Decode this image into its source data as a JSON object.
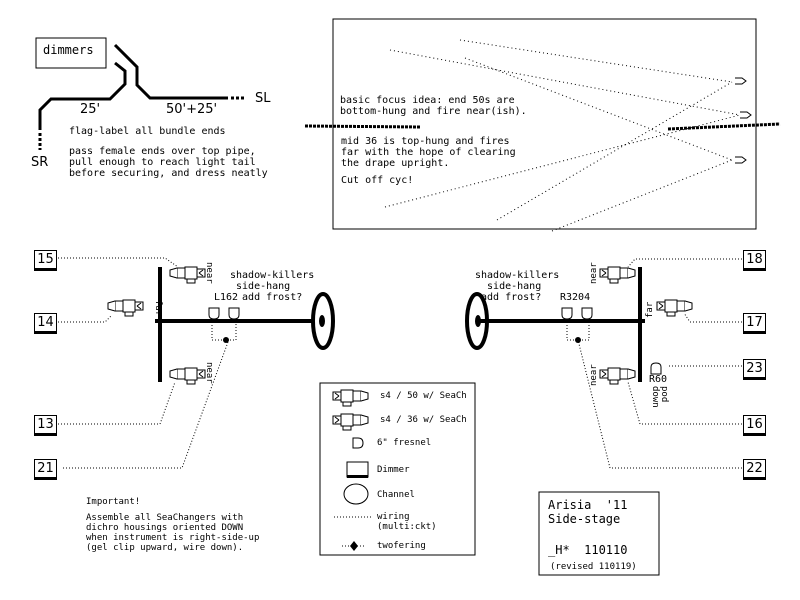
{
  "title_block": {
    "line1": "Arisia  '11",
    "line2": "Side-stage",
    "line3": "_H*  110110",
    "line4": "(revised 110119)"
  },
  "cable_diagram": {
    "dimmers_label": "dimmers",
    "sl_label": "SL",
    "sr_label": "SR",
    "length_left": "25'",
    "length_right": "50'+25'",
    "note1": "flag-label all bundle ends",
    "note2": "pass female ends over top pipe,\npull enough to reach light tail\nbefore securing, and dress neatly"
  },
  "focus_box": {
    "text1": "basic focus idea: end 50s are\nbottom-hung and fire near(ish).",
    "text2": "mid 36 is top-hung and fires\nfar with the hope of clearing\nthe drape upright.",
    "text3": "Cut off cyc!"
  },
  "left_boom": {
    "dimmers": [
      "15",
      "14",
      "13",
      "21"
    ],
    "labels": {
      "top": "near",
      "mid": "far",
      "bottom": "near"
    },
    "note": "shadow-killers\n side-hang\n  add frost?",
    "gel": "L162"
  },
  "right_boom": {
    "dimmers": [
      "18",
      "17",
      "23",
      "16",
      "22"
    ],
    "labels": {
      "top": "near",
      "mid": "far",
      "bottom": "near",
      "pod": "pod\ndown"
    },
    "note": "shadow-killers\n  side-hang\n add frost?",
    "gel": "R3204",
    "fresnel_gel": "R60"
  },
  "legend": {
    "items": [
      {
        "icon": "s4-50-icon",
        "label": "s4 / 50 w/ SeaCh"
      },
      {
        "icon": "s4-36-icon",
        "label": "s4 / 36 w/ SeaCh"
      },
      {
        "icon": "fresnel-icon",
        "label": "6\" fresnel"
      },
      {
        "icon": "dimmer-icon",
        "label": "Dimmer"
      },
      {
        "icon": "channel-icon",
        "label": "Channel"
      },
      {
        "icon": "wiring-icon",
        "label": "wiring\n(multi:ckt)"
      },
      {
        "icon": "twofering-icon",
        "label": "twofering"
      }
    ]
  },
  "important_note": {
    "heading": "Important!",
    "body": "Assemble all SeaChangers with\ndichro housings oriented DOWN\nwhen instrument is right-side-up\n(gel clip upward, wire down)."
  }
}
